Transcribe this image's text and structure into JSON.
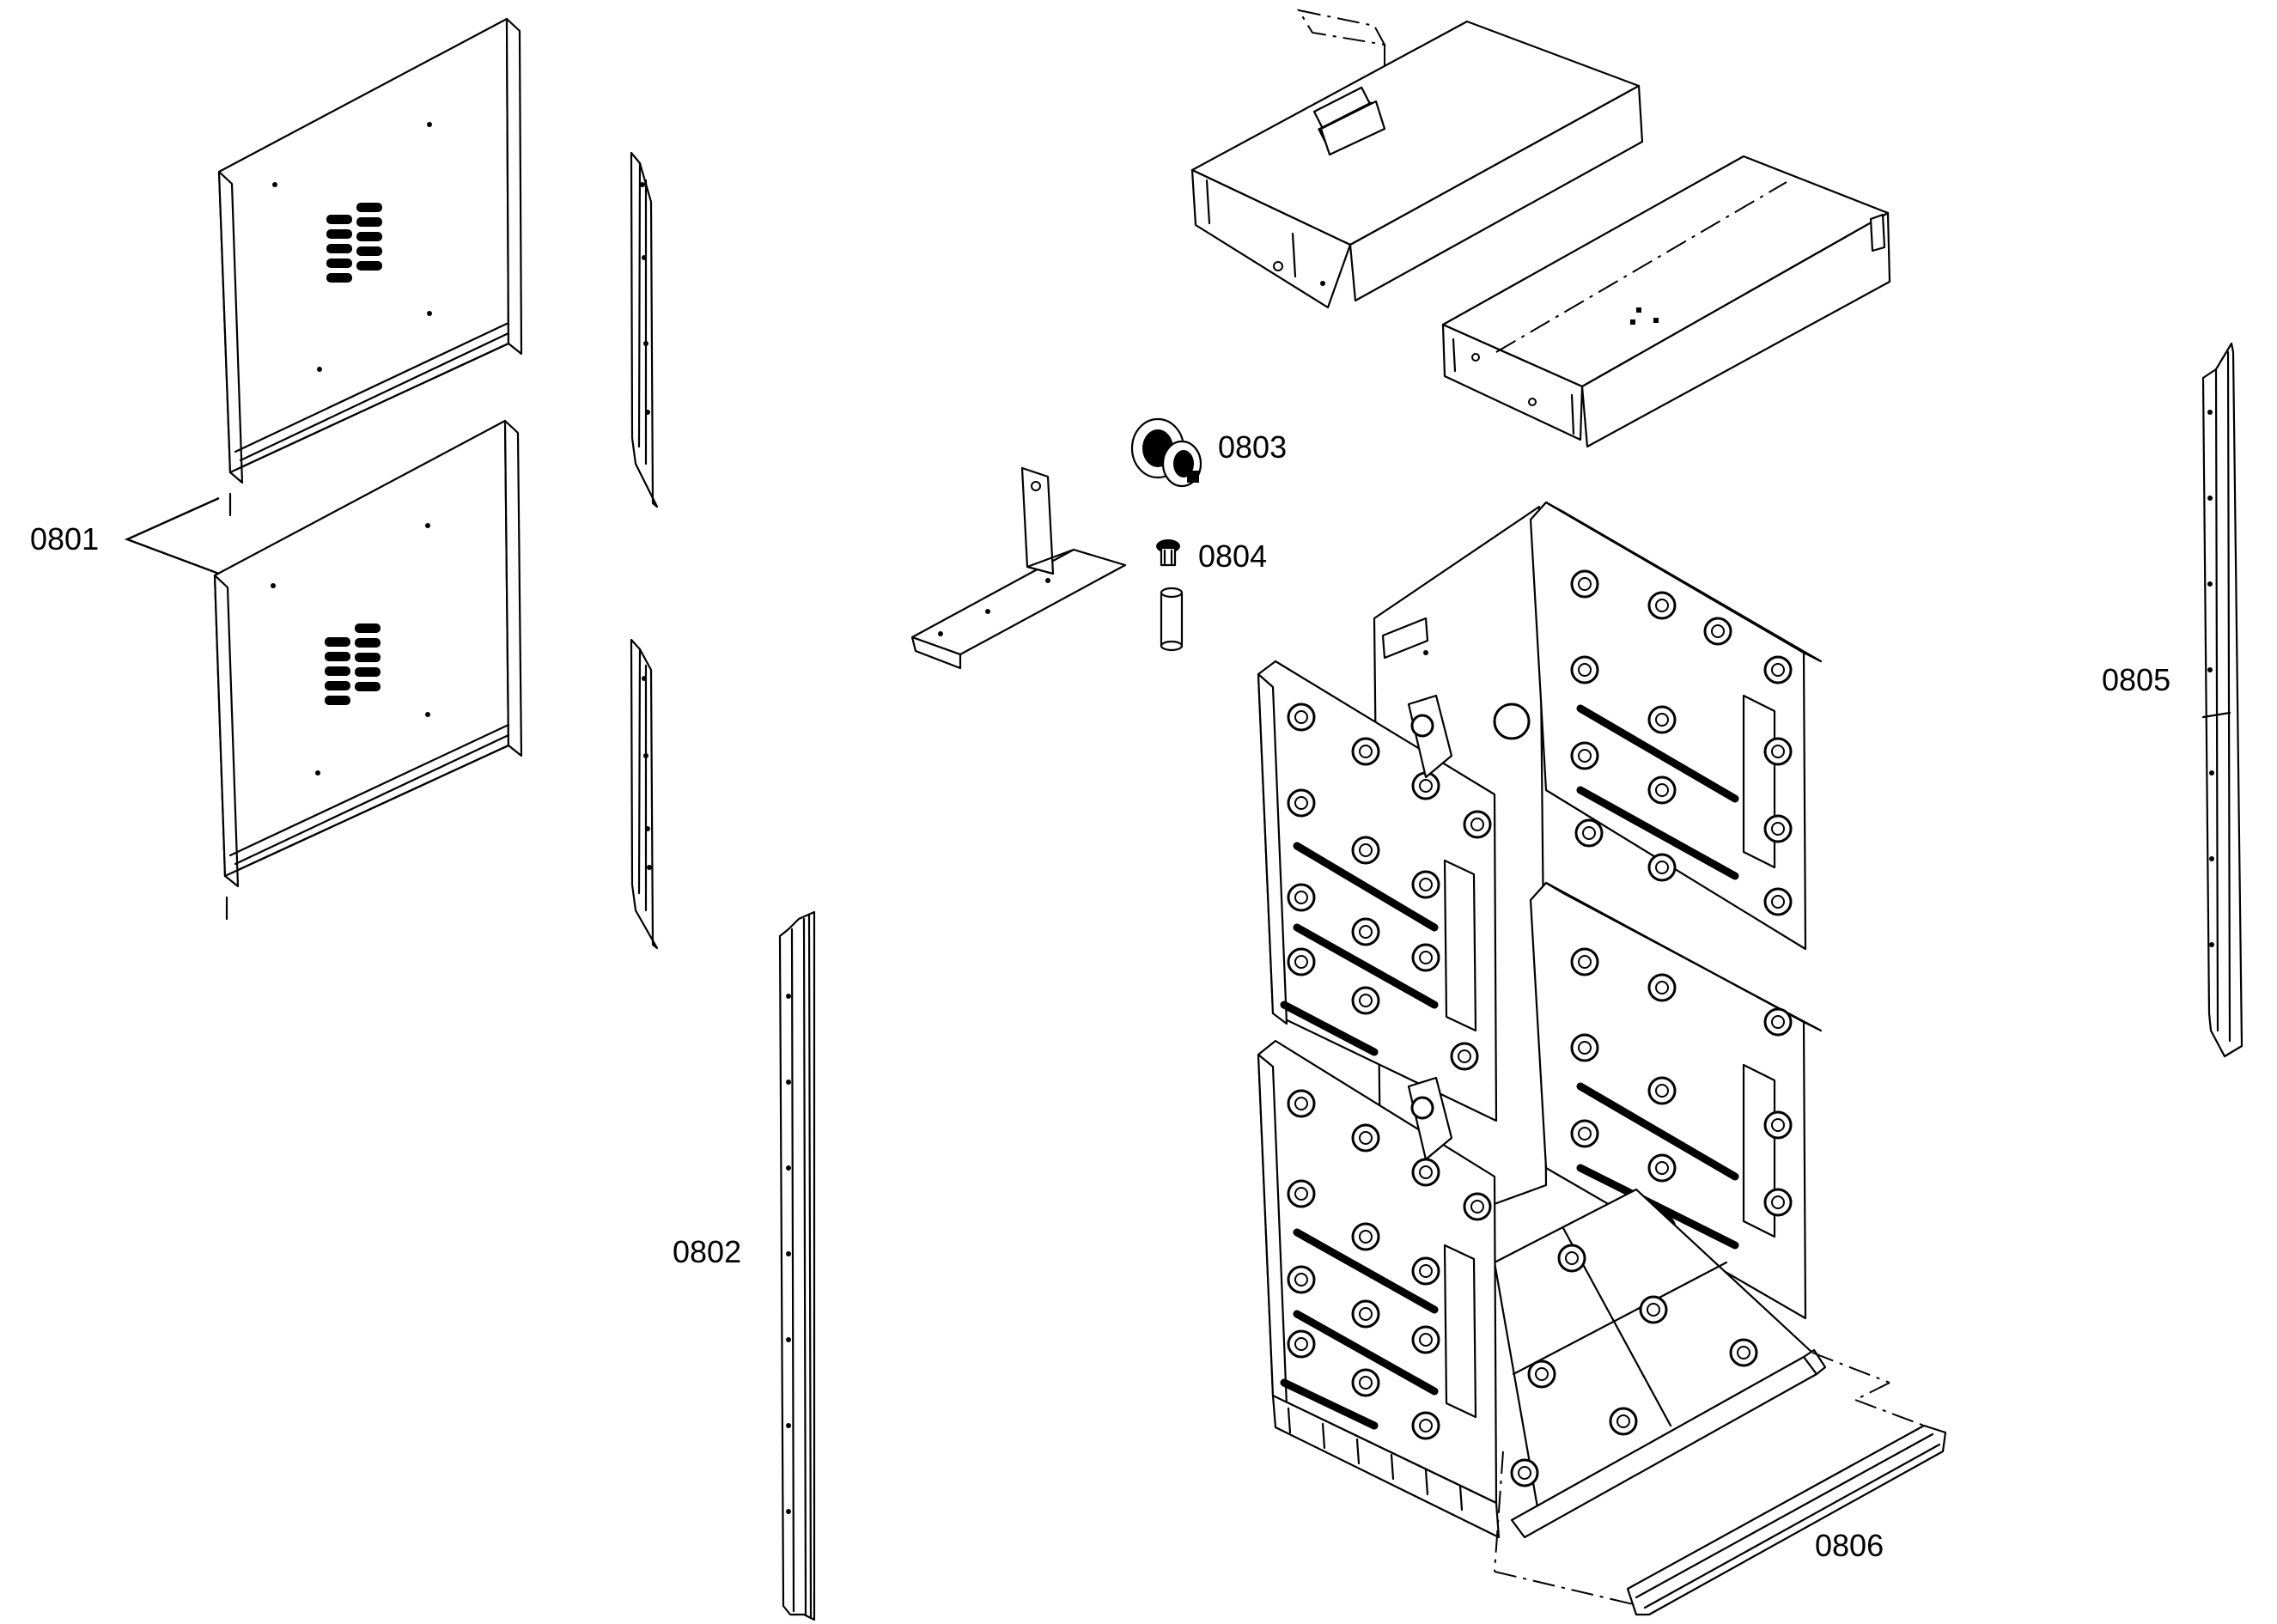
{
  "callouts": {
    "c0801": "0801",
    "c0802": "0802",
    "c0803": "0803",
    "c0804": "0804",
    "c0805": "0805",
    "c0806": "0806"
  },
  "colors": {
    "line": "#000000",
    "background": "#ffffff"
  }
}
